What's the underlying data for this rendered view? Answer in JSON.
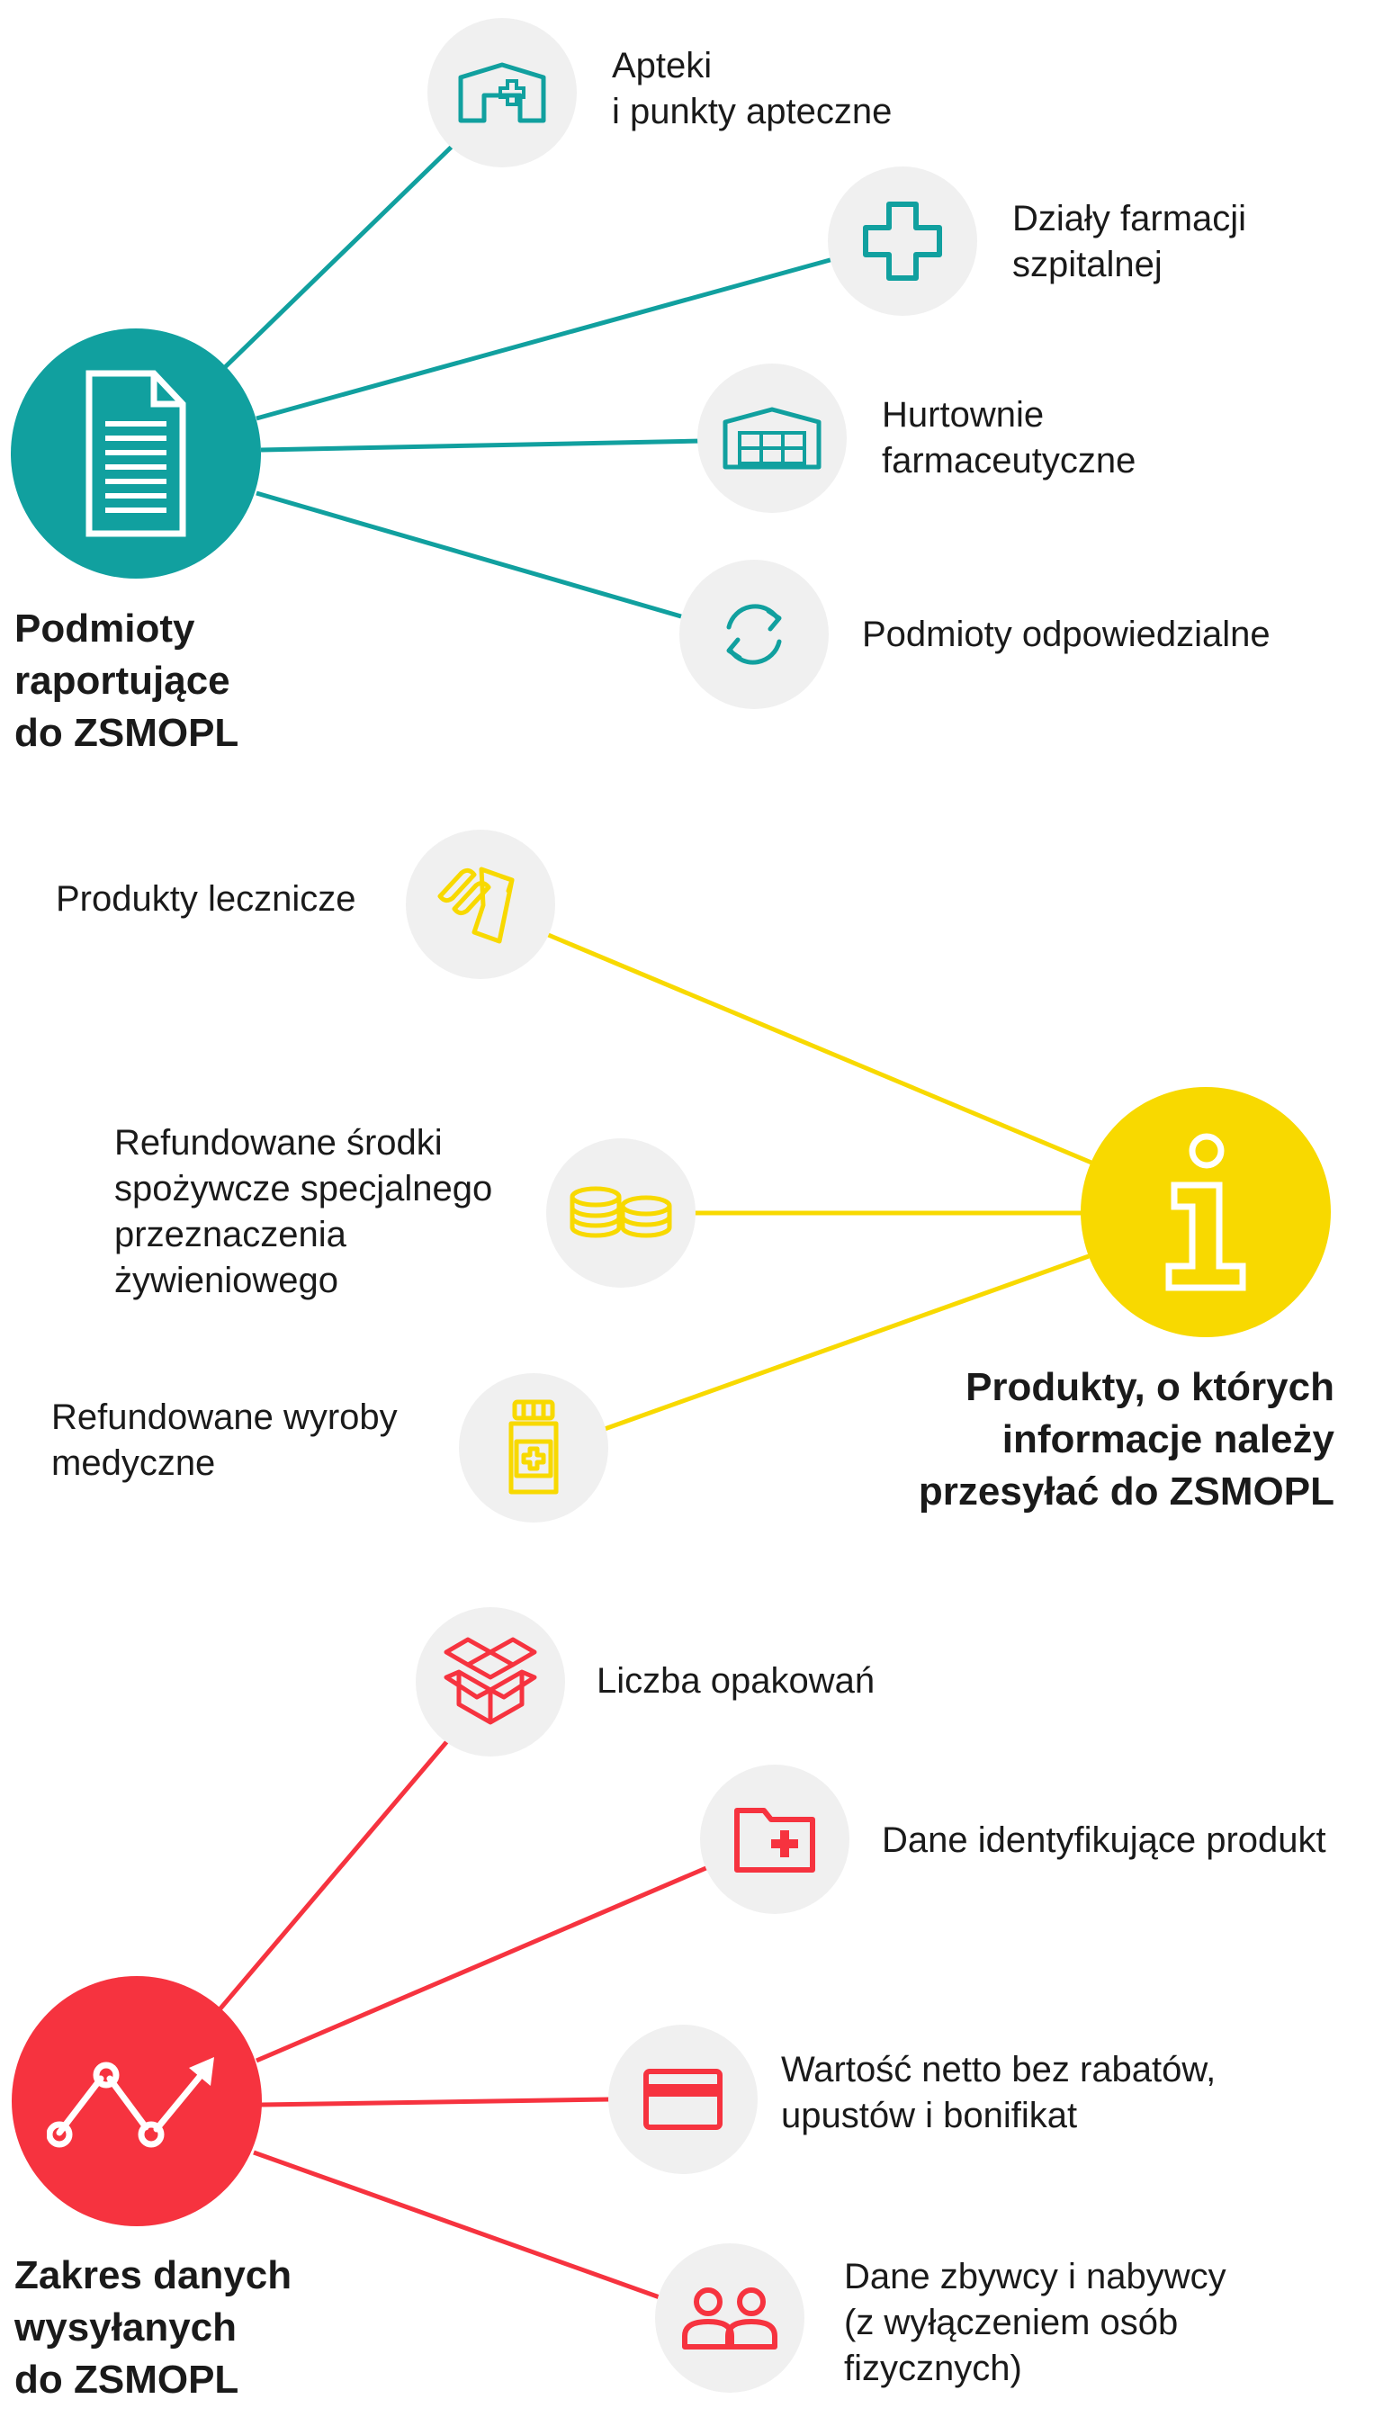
{
  "colors": {
    "teal": "#11a09f",
    "yellow": "#f8d900",
    "red": "#f6333f",
    "gray": "#f0f0f0"
  },
  "sections": [
    {
      "title": "Podmioty\nraportujące\ndo ZSMOPL",
      "icon": "document-icon",
      "items": [
        {
          "label": "Apteki\ni punkty apteczne",
          "icon": "pharmacy-icon"
        },
        {
          "label": "Działy farmacji\nszpitalnej",
          "icon": "cross-icon"
        },
        {
          "label": "Hurtownie\nfarmaceutyczne",
          "icon": "warehouse-icon"
        },
        {
          "label": "Podmioty odpowiedzialne",
          "icon": "refresh-arrows-icon"
        }
      ]
    },
    {
      "title": "Produkty, o których\ninformacje należy\nprzesyłać do ZSMOPL",
      "icon": "info-icon",
      "items": [
        {
          "label": "Produkty lecznicze",
          "icon": "pills-box-icon"
        },
        {
          "label": "Refundowane środki\nspożywcze specjalnego\nprzeznaczenia\nżywieniowego",
          "icon": "coins-icon"
        },
        {
          "label": "Refundowane wyroby\nmedyczne",
          "icon": "medicine-bottle-icon"
        }
      ]
    },
    {
      "title": "Zakres danych\nwysyłanych\ndo ZSMOPL",
      "icon": "trend-chart-icon",
      "items": [
        {
          "label": "Liczba opakowań",
          "icon": "open-box-icon"
        },
        {
          "label": "Dane identyfikujące produkt",
          "icon": "medical-folder-icon"
        },
        {
          "label": "Wartość netto bez rabatów,\nupustów i bonifikat",
          "icon": "credit-card-icon"
        },
        {
          "label": "Dane zbywcy i nabywcy\n(z wyłączeniem osób\nfizycznych)",
          "icon": "users-icon"
        }
      ]
    }
  ]
}
